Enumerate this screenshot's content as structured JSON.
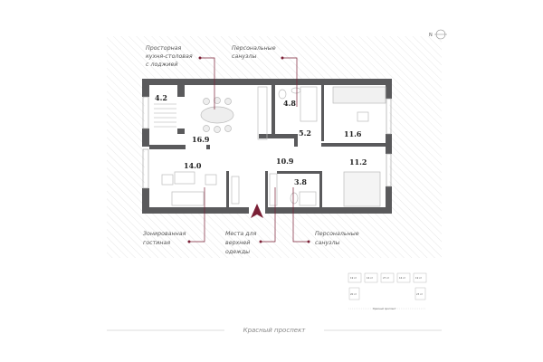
{
  "plan": {
    "rooms": [
      {
        "id": "loggia",
        "area": "4.2"
      },
      {
        "id": "kitchen-dining",
        "area": "16.9"
      },
      {
        "id": "living",
        "area": "14.0"
      },
      {
        "id": "bathroom-1",
        "area": "4.8"
      },
      {
        "id": "corridor",
        "area": "5.2"
      },
      {
        "id": "hall",
        "area": "10.9"
      },
      {
        "id": "bathroom-2",
        "area": "3.8"
      },
      {
        "id": "bedroom-1",
        "area": "11.6"
      },
      {
        "id": "bedroom-2",
        "area": "11.2"
      }
    ],
    "callouts": [
      {
        "id": "kitchen",
        "lines": [
          "Просторная",
          "кухня-столовая",
          "с лоджией"
        ]
      },
      {
        "id": "bathrooms-top",
        "lines": [
          "Персональные",
          "санузлы"
        ]
      },
      {
        "id": "living",
        "lines": [
          "Зонированная",
          "гостиная"
        ]
      },
      {
        "id": "wardrobe",
        "lines": [
          "Места для",
          "верхней",
          "одежды"
        ]
      },
      {
        "id": "bathrooms-bottom",
        "lines": [
          "Персональные",
          "санузлы"
        ]
      }
    ],
    "compass_letter": "N",
    "street": "Красный проспект"
  },
  "keyplan": {
    "sections": [
      "19 эт",
      "16 эт",
      "27 эт",
      "16 эт",
      "19 эт",
      "20 эт",
      "23 эт"
    ],
    "street": "Красный проспект"
  },
  "colors": {
    "accent": "#7a1f35",
    "wall": "#5a5a5c",
    "hatch": "#e6e6e6"
  }
}
